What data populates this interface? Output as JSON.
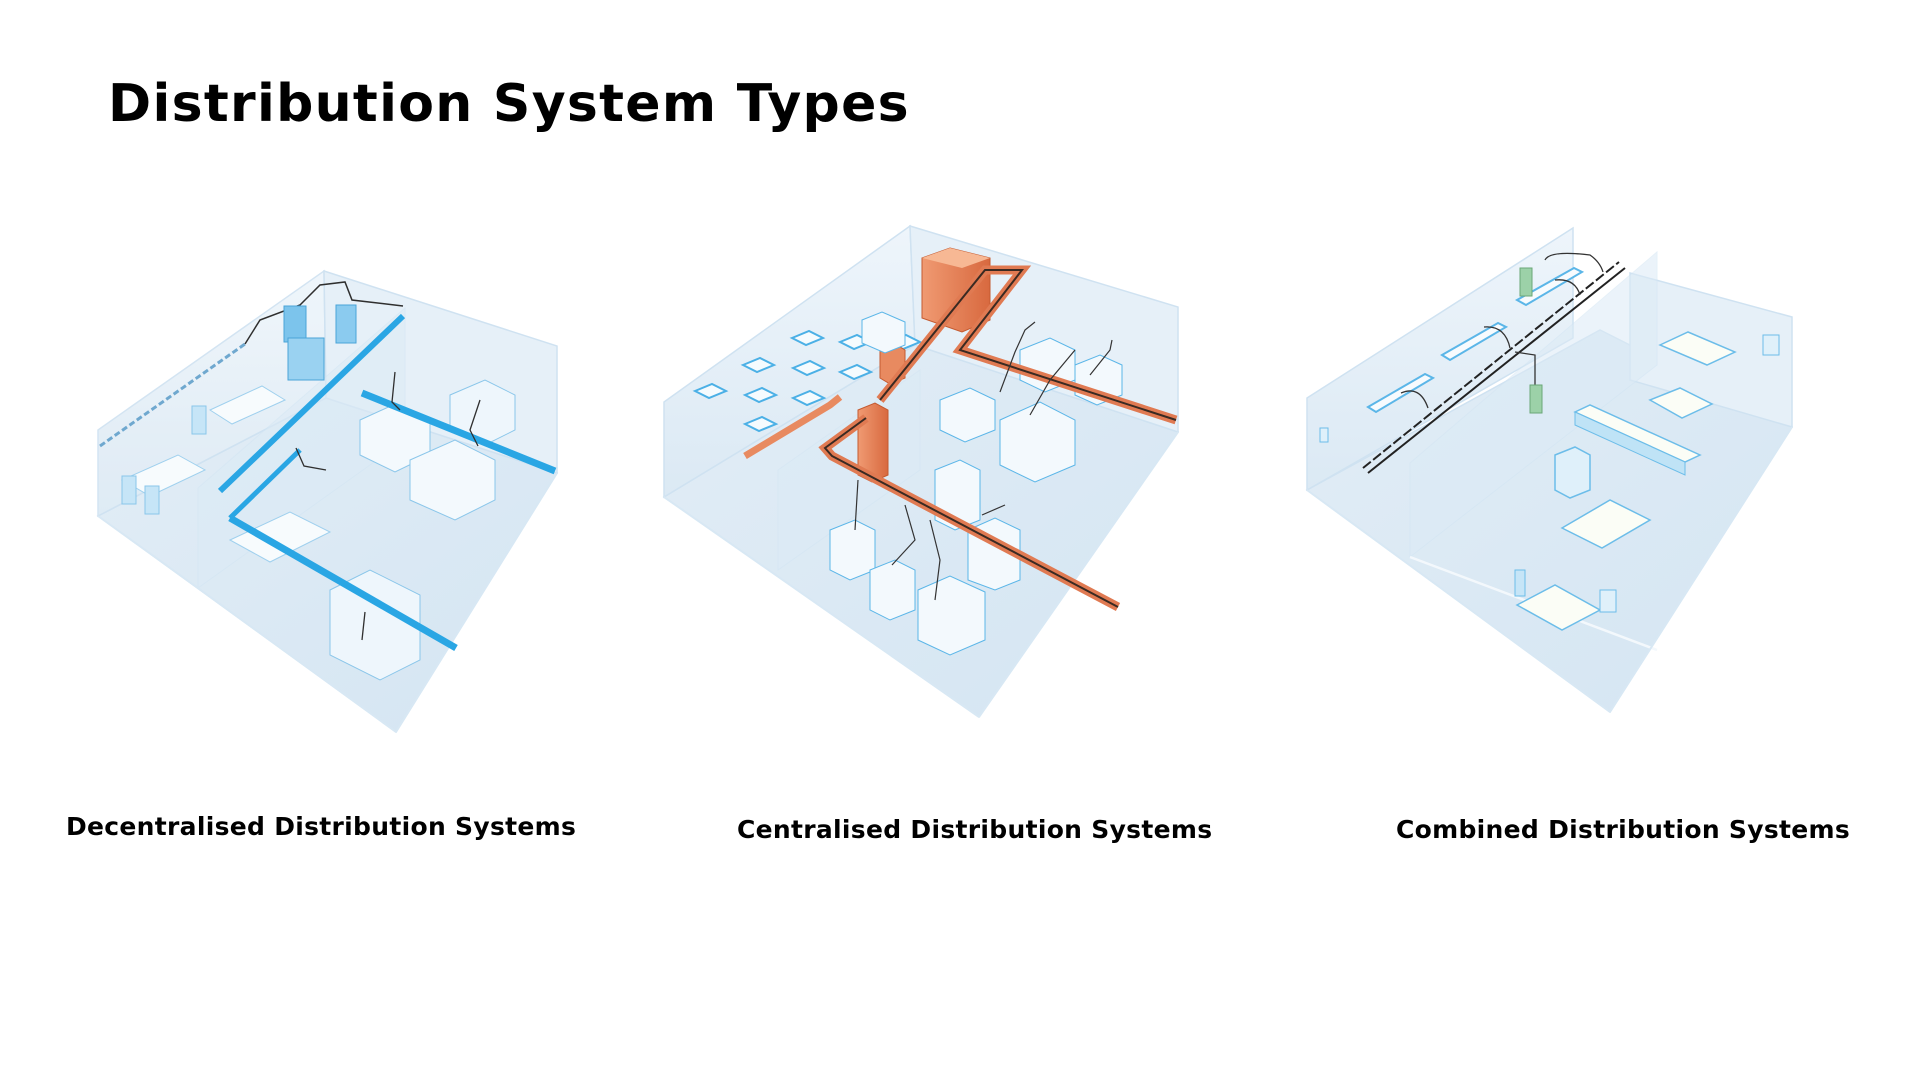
{
  "slide": {
    "title": "Distribution System Types"
  },
  "systems": [
    {
      "caption": "Decentralised Distribution Systems",
      "illustration": "isometric-building-decentralised",
      "accent_color": "#2aa6e4"
    },
    {
      "caption": "Centralised Distribution Systems",
      "illustration": "isometric-building-centralised",
      "accent_color": "#e07a52"
    },
    {
      "caption": "Combined Distribution Systems",
      "illustration": "isometric-building-combined",
      "accent_color": "#222222"
    }
  ],
  "colors": {
    "background": "#ffffff",
    "text": "#000000",
    "room_fill": "#e4eff7",
    "room_edge": "#c8dff0",
    "equipment": "#bfe3f6",
    "busbar_blue": "#2aa6e4",
    "busbar_copper": "#e07a52",
    "cable": "#333333"
  }
}
